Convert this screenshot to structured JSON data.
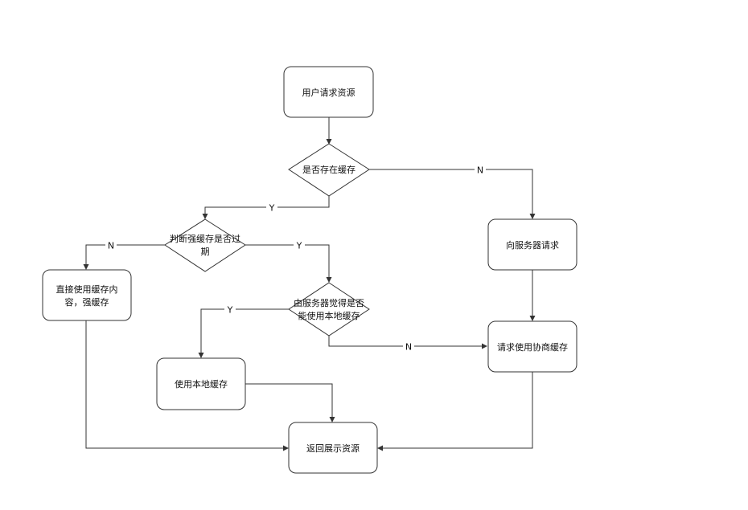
{
  "nodes": {
    "start": {
      "text": "用户请求资源"
    },
    "has_cache": {
      "text": "是否存在缓存"
    },
    "check_strong": {
      "line1": "判断强缓存是否过",
      "line2": "期"
    },
    "request_server": {
      "text": "向服务器请求"
    },
    "use_strong": {
      "line1": "直接使用缓存内",
      "line2": "容，强缓存"
    },
    "server_decide": {
      "line1": "由服务器觉得是否",
      "line2": "能使用本地缓存"
    },
    "use_local": {
      "text": "使用本地缓存"
    },
    "negotiate": {
      "text": "请求使用协商缓存"
    },
    "return": {
      "text": "返回展示资源"
    }
  },
  "labels": {
    "has_cache_no": "N",
    "has_cache_yes": "Y",
    "strong_no": "N",
    "strong_yes": "Y",
    "server_yes": "Y",
    "server_no": "N"
  },
  "colors": {
    "stroke": "#333333",
    "fill": "#ffffff",
    "text": "#111111"
  }
}
